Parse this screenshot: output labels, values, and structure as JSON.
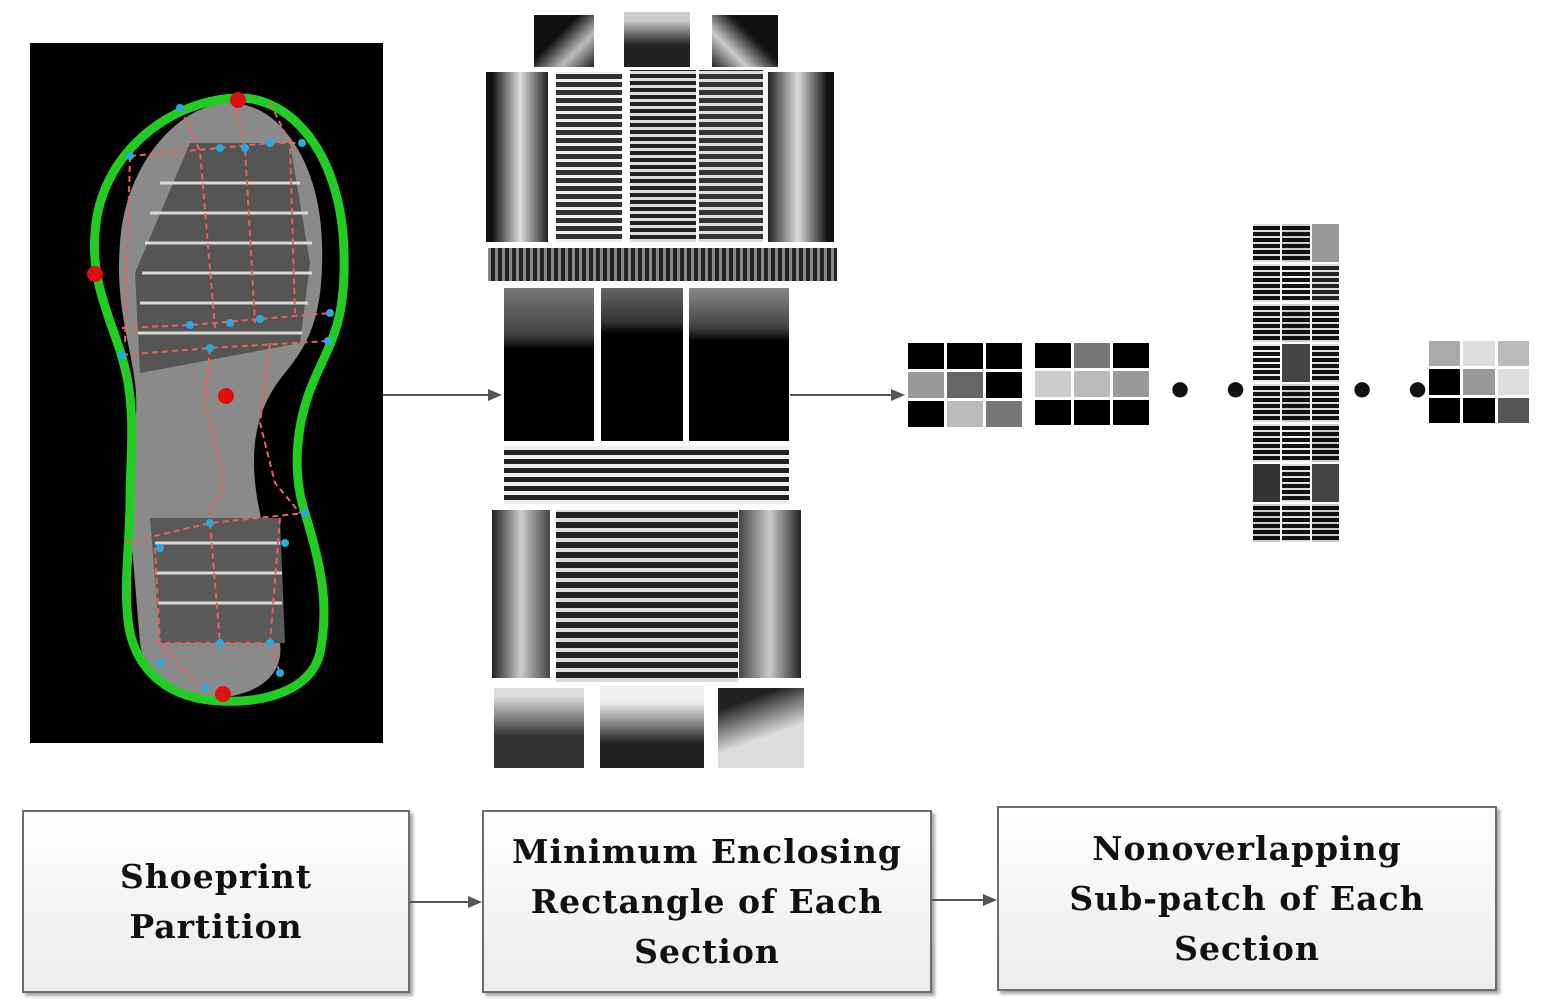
{
  "diagram": {
    "steps": [
      {
        "label": "Shoeprint\nPartition"
      },
      {
        "label": "Minimum Enclosing\nRectangle of Each\nSection"
      },
      {
        "label": "Nonoverlapping\nSub-patch of Each\nSection"
      }
    ],
    "ellipsis_1": "• • •",
    "ellipsis_2": "• • •",
    "colors": {
      "outline": "#22cc22",
      "keypoint": "#e01010",
      "sub_point": "#2aa9e0",
      "partition_line": "#e86060",
      "arrow": "#555555"
    }
  }
}
